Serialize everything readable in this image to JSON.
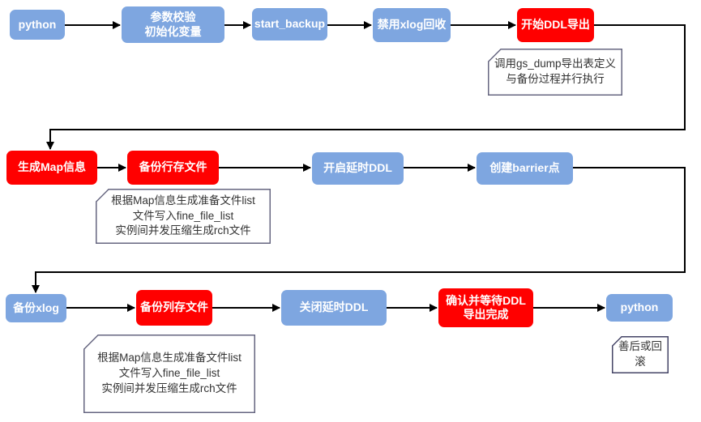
{
  "diagram": {
    "title_hint": "backup flow diagram",
    "colors": {
      "node_blue": "#7EA6E0",
      "node_red": "#FF0000",
      "node_text": "#FFFFFF",
      "arrow": "#000000",
      "note_border": "#666680",
      "note_border_dark": "#444466",
      "note_text": "#333333",
      "background": "#FFFFFF"
    },
    "nodes": [
      {
        "label": "python",
        "type": "blue"
      },
      {
        "label": "参数校验\n初始化变量",
        "type": "blue"
      },
      {
        "label": "start_backup",
        "type": "blue"
      },
      {
        "label": "禁用xlog回收",
        "type": "blue"
      },
      {
        "label": "开始DDL导出",
        "type": "red"
      },
      {
        "label": "生成Map信息",
        "type": "red"
      },
      {
        "label": "备份行存文件",
        "type": "red"
      },
      {
        "label": "开启延时DDL",
        "type": "blue"
      },
      {
        "label": "创建barrier点",
        "type": "blue"
      },
      {
        "label": "备份xlog",
        "type": "blue"
      },
      {
        "label": "备份列存文件",
        "type": "red"
      },
      {
        "label": "关闭延时DDL",
        "type": "blue"
      },
      {
        "label": "确认并等待DDL导出完成",
        "type": "red"
      },
      {
        "label": "python",
        "type": "blue"
      }
    ],
    "notes": [
      {
        "text": "调用gs_dump导出表定义\n与备份过程并行执行"
      },
      {
        "text": "根据Map信息生成准备文件list\n文件写入fine_file_list\n实例间并发压缩生成rch文件"
      },
      {
        "text": "根据Map信息生成准备文件list\n文件写入fine_file_list\n实例间并发压缩生成rch文件"
      },
      {
        "text": "善后或回\n滚"
      }
    ]
  }
}
